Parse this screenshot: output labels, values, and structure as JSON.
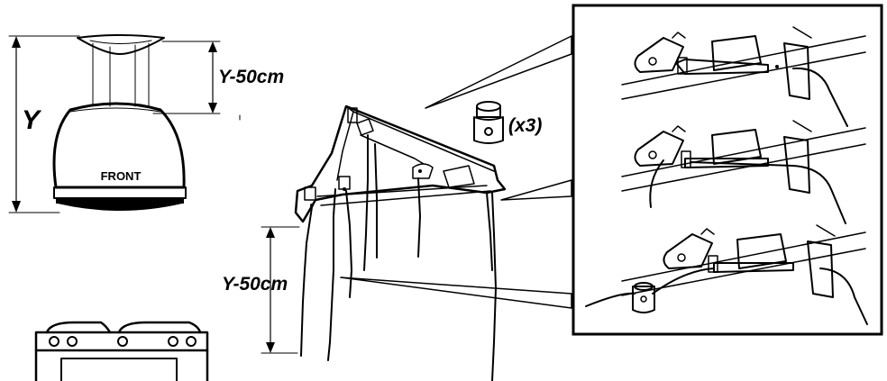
{
  "labels": {
    "height_total": "Y",
    "cable_length_top": "Y-50cm",
    "cable_length_side": "Y-50cm",
    "hood_front": "FRONT",
    "clamp_count": "(x3)"
  },
  "icons": [
    "cable-clamp-icon",
    "cooker-hood-icon",
    "mounting-frame-icon",
    "stove-icon"
  ]
}
